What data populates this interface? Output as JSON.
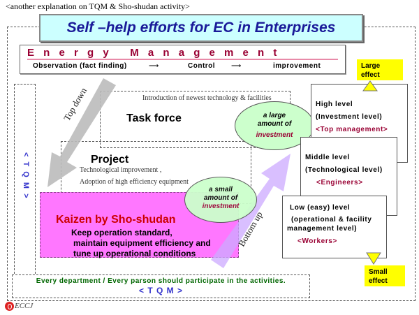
{
  "header_note": "<another explanation on TQM & Sho-shudan activity>",
  "title": "Self –help efforts for EC in Enterprises",
  "energy_management": {
    "heading": "E n e r g y   M a n a g e m e n t",
    "steps": [
      "Observation (fact finding)",
      "Control",
      "improvement"
    ]
  },
  "task_force": {
    "title": "Task force",
    "note": "Introduction of newest technology & facilities"
  },
  "project": {
    "title": "Project",
    "line1": "Technological improvement ,",
    "line2": "Adoption of high efficiency equipment"
  },
  "kaizen": {
    "title": "Kaizen by Sho-shudan",
    "line1": "Keep operation standard,",
    "line2": "maintain equipment efficiency and",
    "line3": "tune up operational conditions"
  },
  "large_investment": {
    "line1": "a large",
    "line2": "amount of",
    "line3": "investment"
  },
  "small_investment": {
    "line1": "a small",
    "line2": "amount of",
    "line3": "investment"
  },
  "arrows": {
    "top_down": "Top down",
    "bottom_up": "Bottom up"
  },
  "tqm_vertical": "< T Q M >",
  "bottom": {
    "text": "Every department / Every parson should participate in  the activities.",
    "tqm": "< T Q M >"
  },
  "levels": [
    {
      "line1": "High level",
      "line2": "(Investment level)",
      "role": "<Top management>"
    },
    {
      "line1": "Middle level",
      "line2": "(Technological level)",
      "role": "<Engineers>"
    },
    {
      "line1": "Low (easy) level",
      "line2": "(operational  &  facility",
      "line3": "management level)",
      "role": "<Workers>"
    }
  ],
  "effects": {
    "large": "Large effect",
    "small": "Small effect"
  },
  "logo": "ECCJ",
  "colors": {
    "title_bg": "#ccffff",
    "title_text": "#1a1a99",
    "kaizen_bg": "#ff77ff",
    "ellipse": "#ccffcc",
    "accent_red": "#990033",
    "tqm_blue": "#3333cc",
    "bottom_green": "#006600",
    "effect_yellow": "#ffff00"
  }
}
